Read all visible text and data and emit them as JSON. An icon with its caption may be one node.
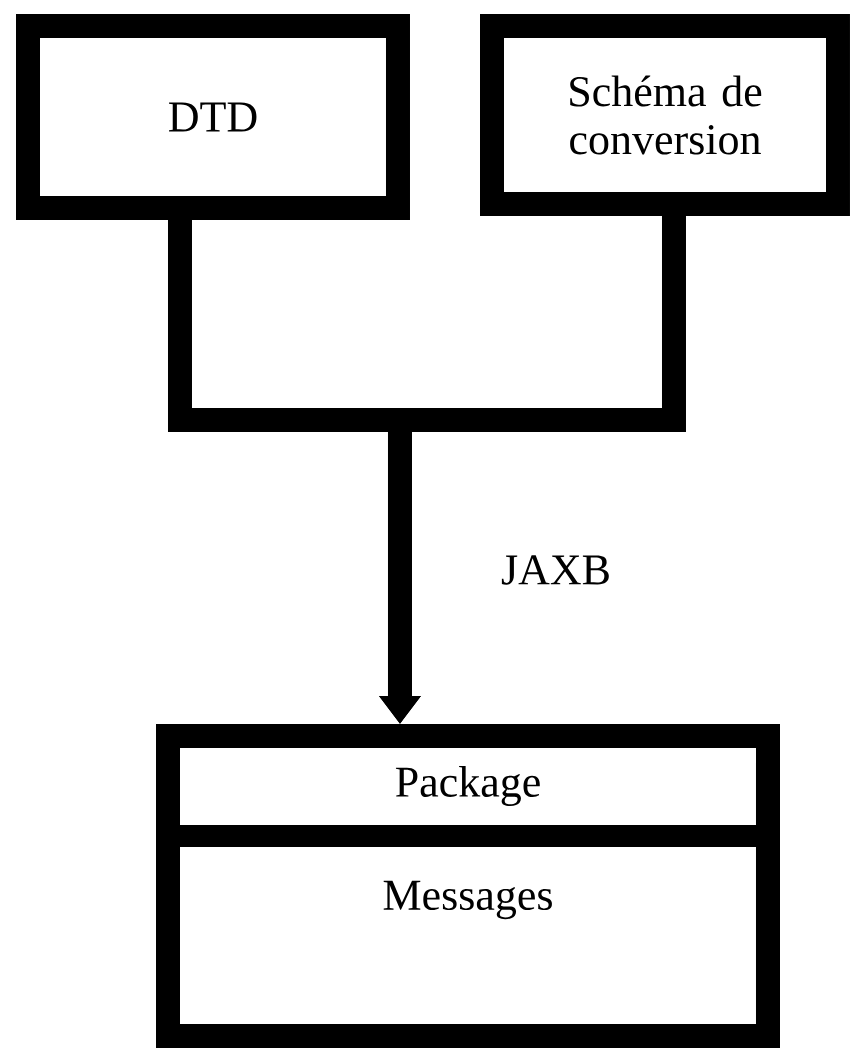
{
  "diagram": {
    "nodes": [
      {
        "text": [
          "DTD"
        ]
      },
      {
        "text": [
          "Schéma de conversion"
        ]
      },
      {
        "text": [
          "Package",
          "Messages"
        ]
      }
    ],
    "edges": [
      {
        "from": 0,
        "to": 2,
        "arrow": "to",
        "label": "JAXB"
      },
      {
        "from": 1,
        "to": 2,
        "arrow": "to"
      }
    ]
  }
}
